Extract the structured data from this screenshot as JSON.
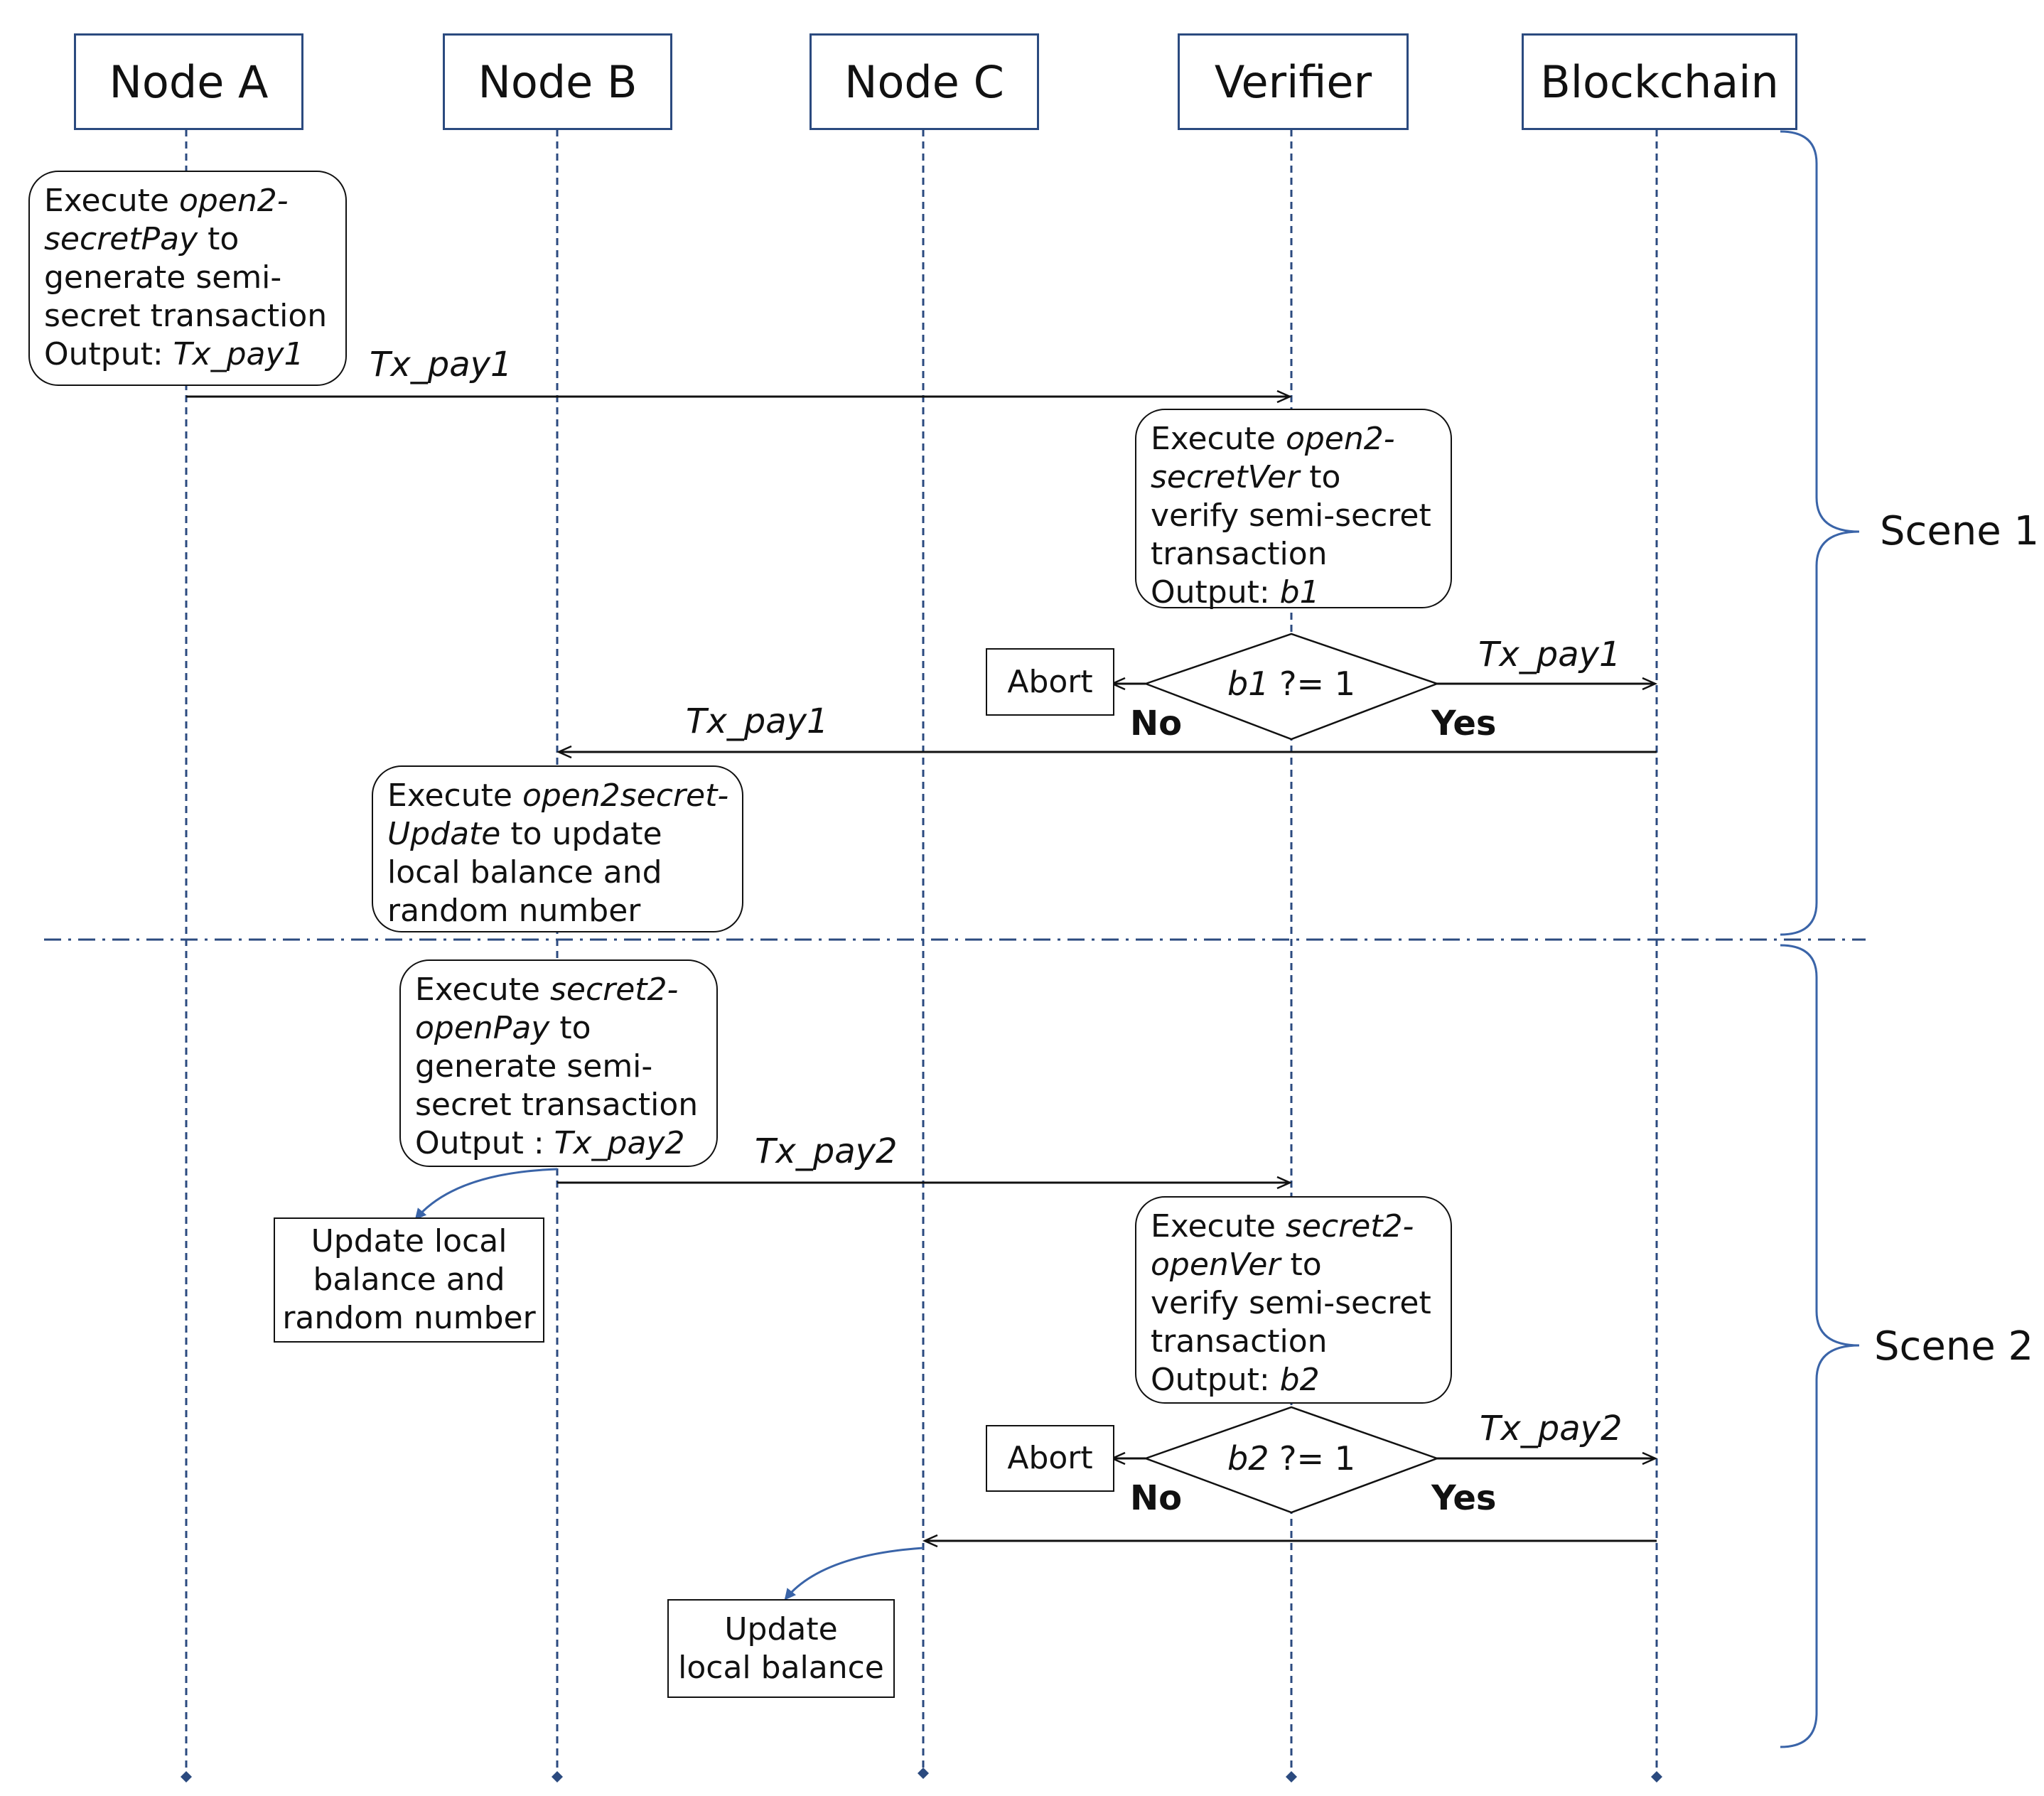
{
  "participants": [
    "Node A",
    "Node B",
    "Node C",
    "Verifier",
    "Blockchain"
  ],
  "scenes": [
    "Scene 1",
    "Scene 2"
  ],
  "notes": {
    "a_pay": {
      "l1a": "Execute ",
      "l1b": "open2-",
      "l2a": "secretPay",
      "l2b": " to",
      "l3": "generate semi-",
      "l4": "secret transaction",
      "l5a": "Output: ",
      "l5b": "Tx_pay1"
    },
    "v_ver1": {
      "l1a": "Execute ",
      "l1b": "open2-",
      "l2a": "secretVer",
      "l2b": " to",
      "l3": "verify semi-secret",
      "l4": "transaction",
      "l5a": "Output: ",
      "l5b": "b1"
    },
    "b_update": {
      "l1a": "Execute ",
      "l1b": "open2secret-",
      "l2a": "Update",
      "l2b": " to update",
      "l3": "local balance and",
      "l4": "random number"
    },
    "b_pay": {
      "l1a": "Execute ",
      "l1b": "secret2-",
      "l2a": "openPay",
      "l2b": " to",
      "l3": "generate semi-",
      "l4": "secret transaction",
      "l5a": "Output : ",
      "l5b": "Tx_pay2"
    },
    "v_ver2": {
      "l1a": "Execute ",
      "l1b": "secret2-",
      "l2a": "openVer",
      "l2b": " to",
      "l3": "verify semi-secret",
      "l4": "transaction",
      "l5a": "Output: ",
      "l5b": "b2"
    }
  },
  "boxes": {
    "abort1": "Abort",
    "abort2": "Abort",
    "b_local": [
      "Update local",
      "balance and",
      "random number"
    ],
    "c_local": [
      "Update",
      "local balance"
    ]
  },
  "decisions": {
    "d1": {
      "var": "b1",
      "cond": " ?= 1",
      "no": "No",
      "yes": "Yes"
    },
    "d2": {
      "var": "b2",
      "cond": " ?= 1",
      "no": "No",
      "yes": "Yes"
    }
  },
  "messages": {
    "m1": "Tx_pay1",
    "m2": "Tx_pay1",
    "m3": "Tx_pay1",
    "m4": "Tx_pay2",
    "m5": "Tx_pay2"
  },
  "colors": {
    "lifeline": "#2b4a7f",
    "arrow": "#111111",
    "curve": "#3a64a8",
    "brace": "#3a64a8"
  }
}
